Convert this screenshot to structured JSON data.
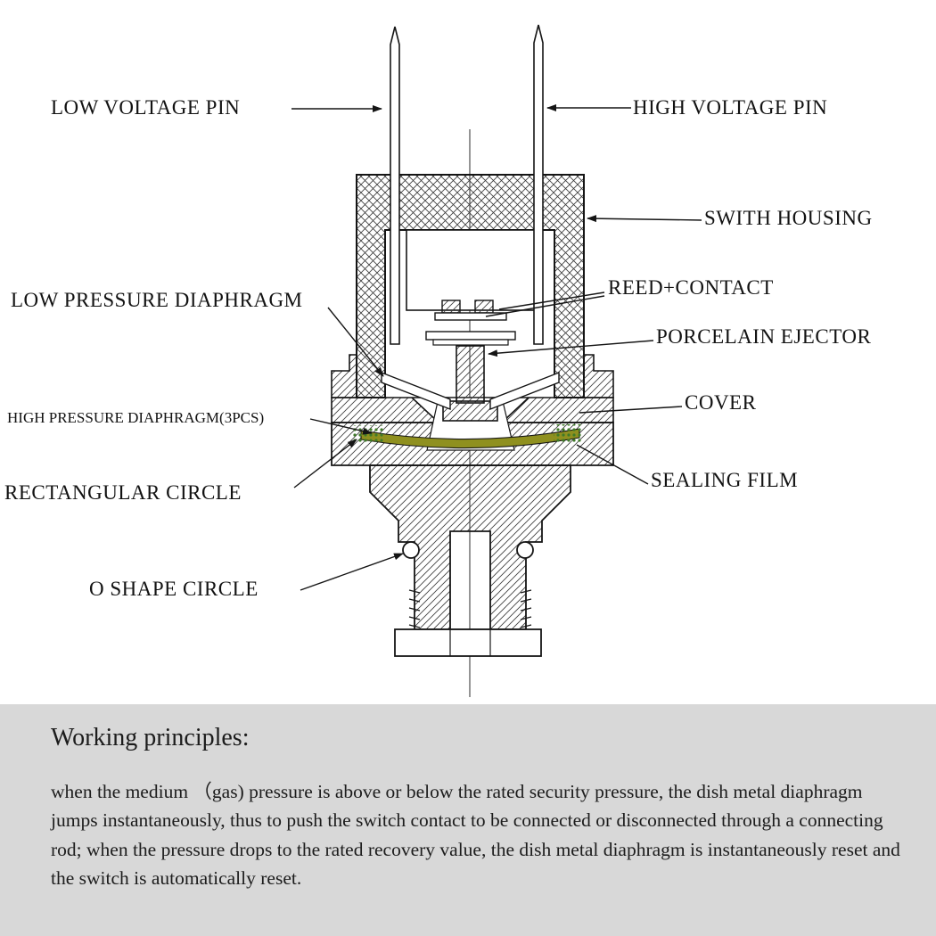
{
  "diagram": {
    "labels": {
      "low_voltage_pin": "LOW VOLTAGE PIN",
      "high_voltage_pin": "HIGH VOLTAGE PIN",
      "switch_housing": "SWITH HOUSING",
      "low_pressure_diaphragm": "LOW PRESSURE DIAPHRAGM",
      "reed_contact": "REED+CONTACT",
      "porcelain_ejector": "PORCELAIN EJECTOR",
      "high_pressure_diaphragm": "HIGH PRESSURE DIAPHRAGM(3PCS)",
      "cover": "COVER",
      "rectangular_circle": "RECTANGULAR CIRCLE",
      "sealing_film": "SEALING FILM",
      "o_shape_circle": "O SHAPE CIRCLE"
    },
    "colors": {
      "line": "#151515",
      "diaphragm_olive": "#8f901f",
      "diaphragm_dot_green": "#3f7a28",
      "panel_bg": "#d8d8d8"
    }
  },
  "working_principles": {
    "title": "Working principles:",
    "body": "when the medium （gas) pressure is above or below the rated security pressure, the dish metal diaphragm jumps instantaneously, thus to push the switch contact to be connected or disconnected through a connecting rod; when the pressure drops to the rated recovery value, the dish metal diaphragm is instantaneously reset and the switch is automatically reset."
  }
}
